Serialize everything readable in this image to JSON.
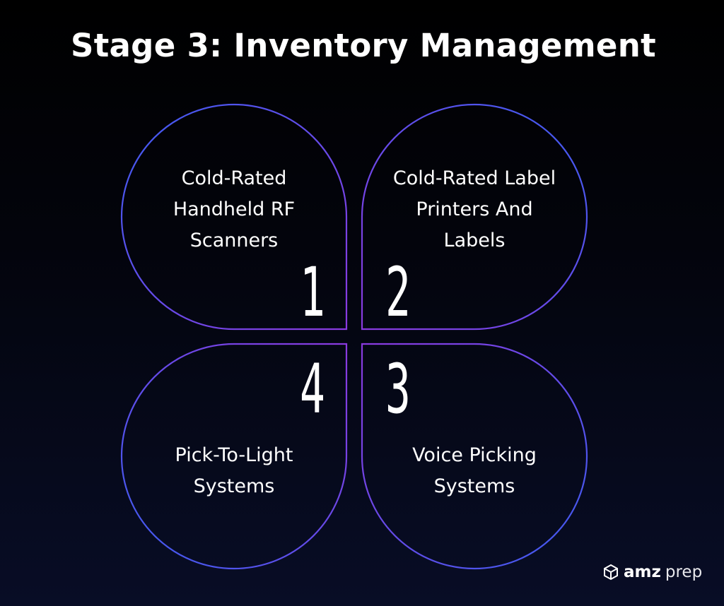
{
  "title": "Stage 3: Inventory Management",
  "petals": [
    {
      "number": "1",
      "label_lines": [
        "Cold-Rated",
        "Handheld RF",
        "Scanners"
      ]
    },
    {
      "number": "2",
      "label_lines": [
        "Cold-Rated Label",
        "Printers And",
        "Labels"
      ]
    },
    {
      "number": "3",
      "label_lines": [
        "Voice Picking",
        "Systems"
      ]
    },
    {
      "number": "4",
      "label_lines": [
        "Pick-To-Light",
        "Systems"
      ]
    }
  ],
  "logo": {
    "bold": "amz",
    "regular": "prep",
    "icon": "cube-icon"
  },
  "colors": {
    "stroke_start": "#3d5cf0",
    "stroke_end": "#8a3ae0",
    "background": "#000000"
  }
}
